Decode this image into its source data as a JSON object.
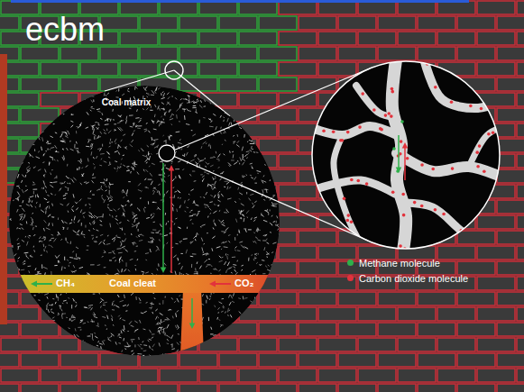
{
  "diagram": {
    "title": "ecbm",
    "nodes": [
      {
        "text": [
          "Coal matrix"
        ]
      },
      {
        "text": [
          "Coal cleat"
        ],
        "in": 0
      }
    ],
    "labels": [
      "CH₄",
      "CO₂"
    ],
    "legend": [
      {
        "text": "Methane molecule",
        "color": "#2fb04a"
      },
      {
        "text": "Carbon dioxide molecule",
        "color": "#e2323c"
      }
    ]
  }
}
